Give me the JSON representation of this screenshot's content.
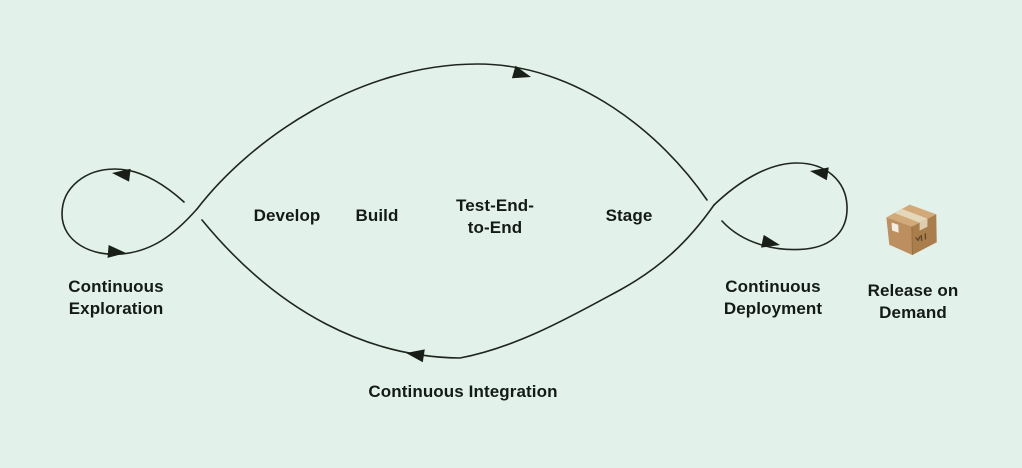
{
  "colors": {
    "background": "#e2f2ea",
    "line": "#20251f",
    "text": "#141a15",
    "box_top": "#d2aa7a",
    "box_left": "#bd8f5e",
    "box_right": "#a97e4c",
    "box_tape": "#e4d7ba",
    "box_label": "#f2eee2"
  },
  "labels": {
    "exploration": {
      "line1": "Continuous",
      "line2": "Exploration"
    },
    "develop": "Develop",
    "build": "Build",
    "test": {
      "line1": "Test-End-",
      "line2": "to-End"
    },
    "stage": "Stage",
    "deployment": {
      "line1": "Continuous",
      "line2": "Deployment"
    },
    "integration": "Continuous Integration",
    "release": {
      "line1": "Release on",
      "line2": "Demand"
    }
  },
  "icons": {
    "package": "package-box-icon",
    "flow_arrow": "flow-arrow-icon"
  }
}
